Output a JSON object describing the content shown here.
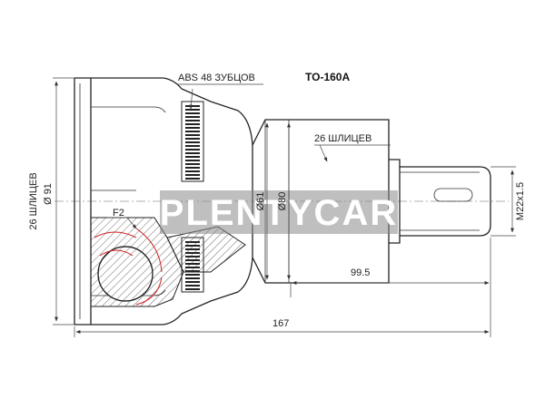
{
  "part": {
    "code": "TO-160A",
    "watermark": "PLENTYCAR"
  },
  "labels": {
    "abs": "ABS 48 ЗУБЦОВ",
    "right_splines": "26 ШЛИЦЕВ",
    "left_splines": "26 ШЛИЦЕВ",
    "left_diameter": "Ø 91",
    "f2": "F2",
    "thread": "M22x1.5",
    "dia_61": "Ø61",
    "dia_80": "Ø80",
    "len_99_5": "99.5",
    "len_167": "167"
  },
  "colors": {
    "line": "#222222",
    "dim": "#444444",
    "hatch_red": "#d02020",
    "watermark_band": "#8a8a8a",
    "watermark_text": "#ffffff"
  }
}
